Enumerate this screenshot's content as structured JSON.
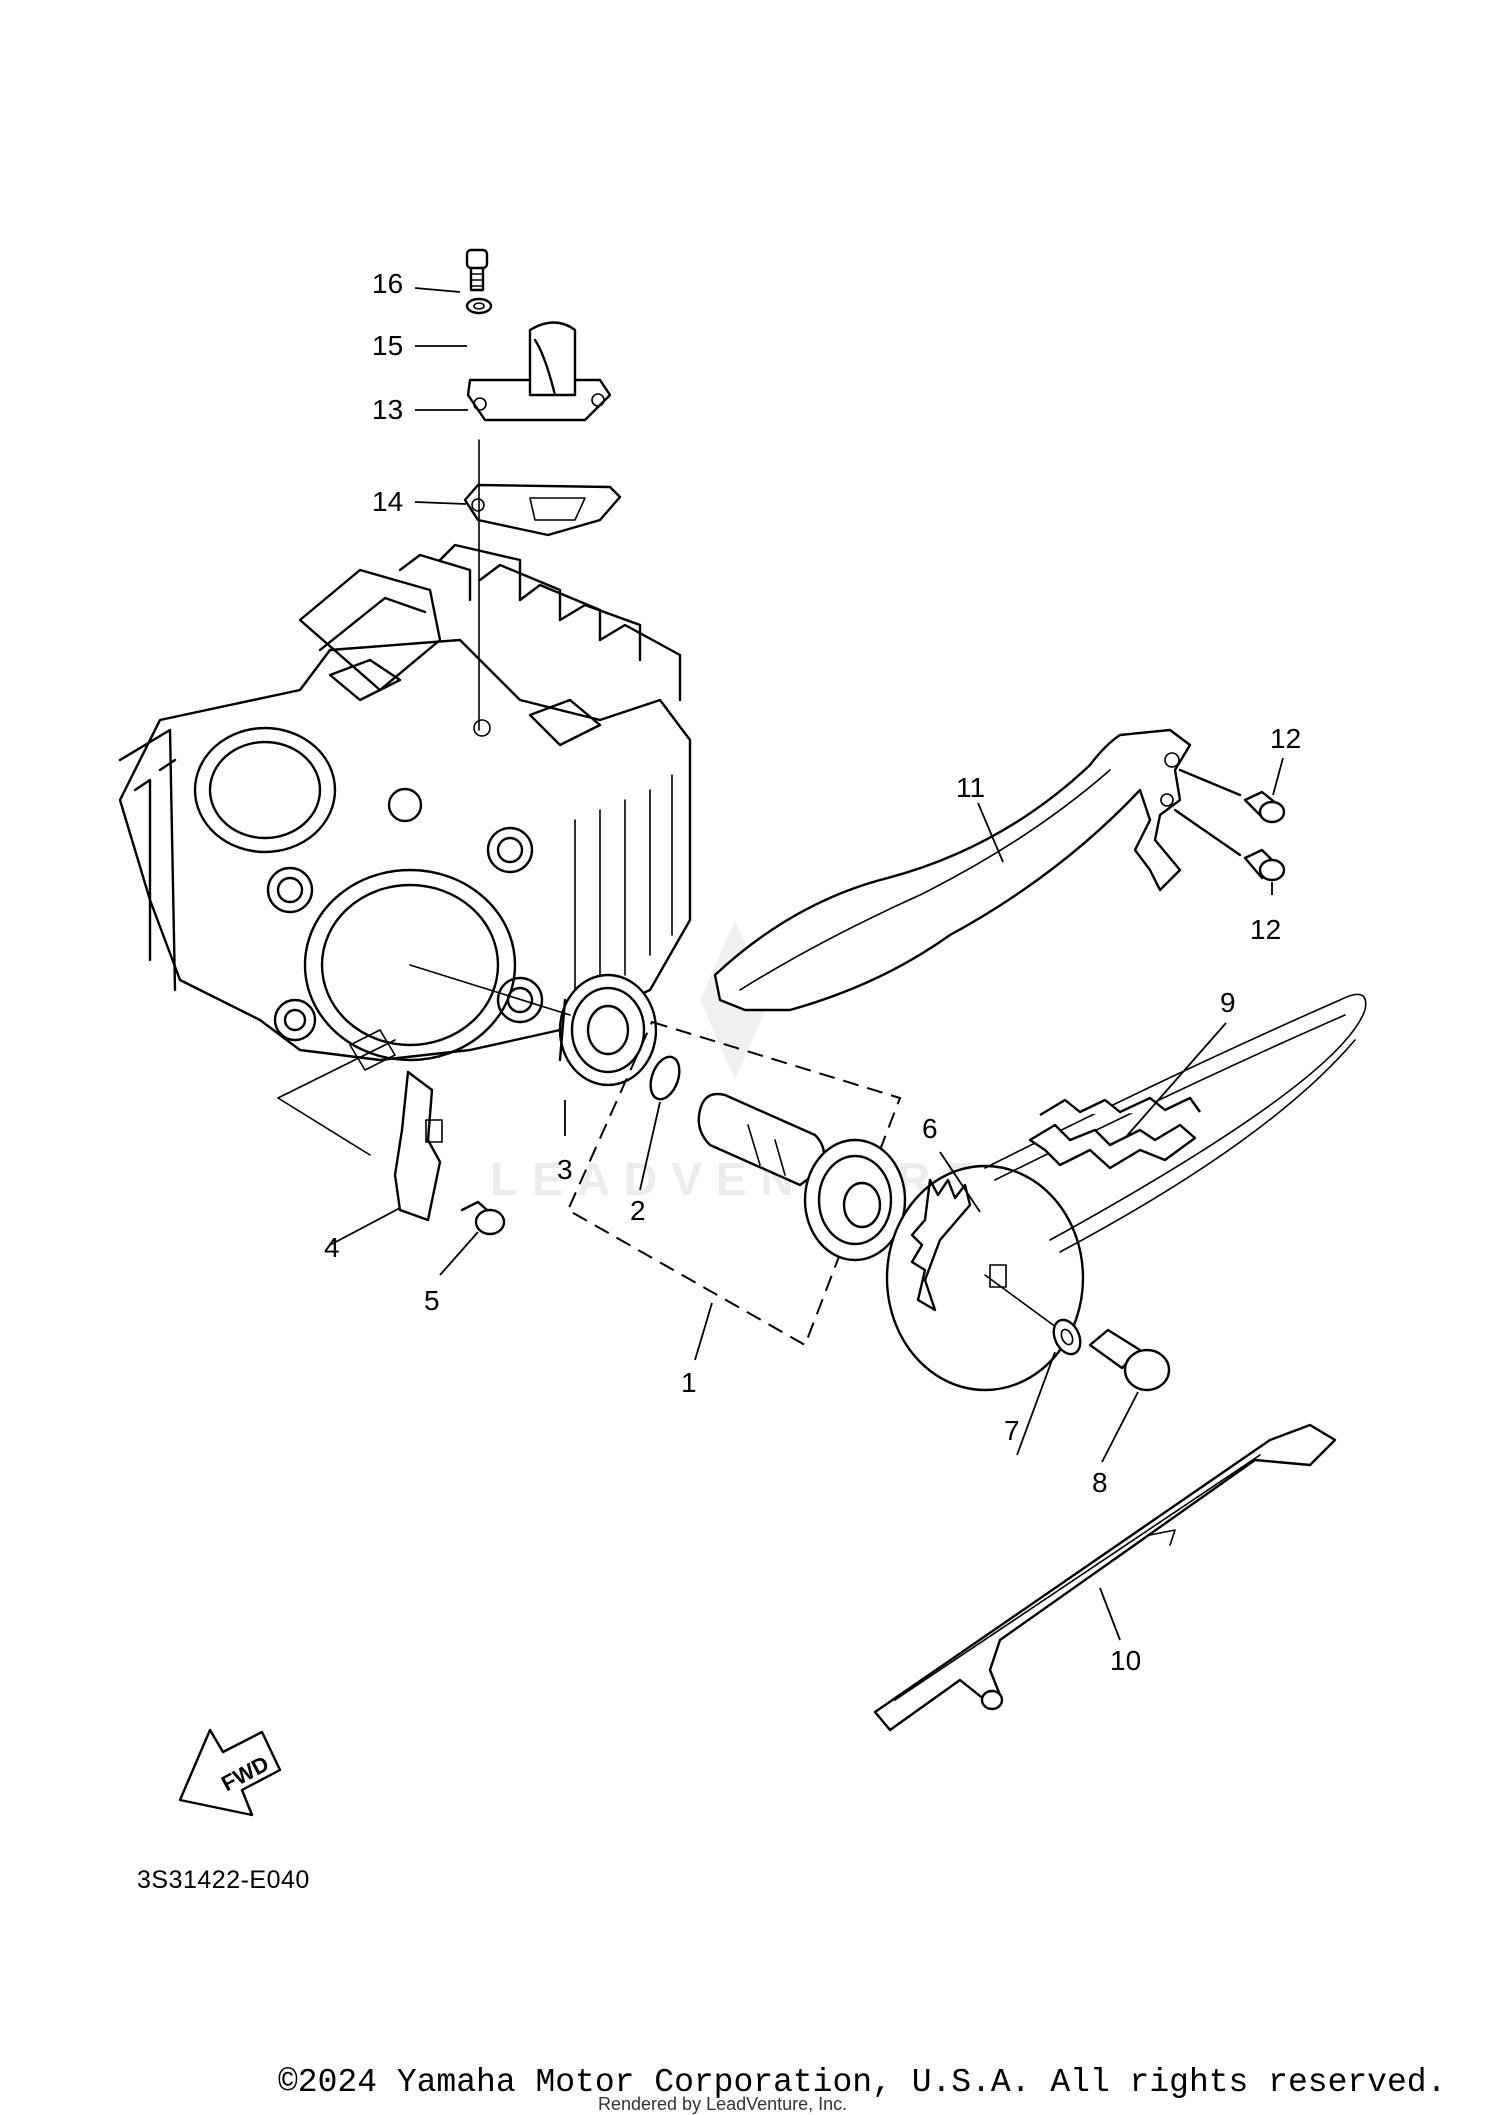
{
  "diagram": {
    "part_labels": {
      "p1": "1",
      "p2": "2",
      "p3": "3",
      "p4": "4",
      "p5": "5",
      "p6": "6",
      "p7": "7",
      "p8": "8",
      "p9": "9",
      "p10": "10",
      "p11": "11",
      "p12a": "12",
      "p12b": "12",
      "p13": "13",
      "p14": "14",
      "p15": "15",
      "p16": "16"
    },
    "fwd_label": "FWD",
    "reference_code": "3S31422-E040",
    "watermark_text": "LEADVENTURE"
  },
  "footer": {
    "copyright": "©2024 Yamaha Motor Corporation, U.S.A. All rights reserved.",
    "rendered_by": "Rendered by LeadVenture, Inc."
  },
  "colors": {
    "line": "#000000",
    "background": "#ffffff",
    "watermark": "#e6e6e6"
  }
}
